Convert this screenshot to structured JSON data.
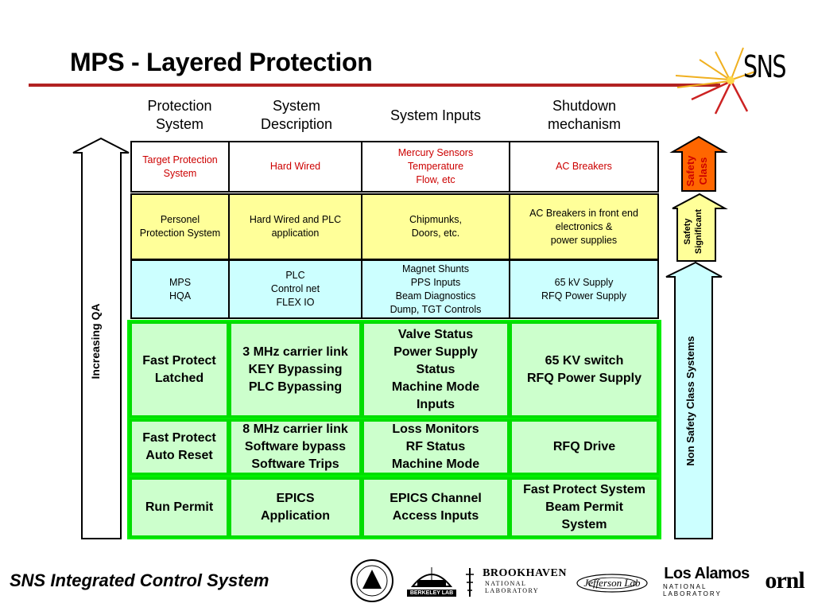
{
  "title": "MPS - Layered Protection",
  "logo": {
    "text": "SNS"
  },
  "columns": [
    "Protection\nSystem",
    "System\nDescription",
    "System Inputs",
    "Shutdown\nmechanism"
  ],
  "rows": [
    {
      "style": "white",
      "cells": [
        "Target Protection\nSystem",
        "Hard Wired",
        "Mercury Sensors\nTemperature\nFlow, etc",
        "AC Breakers"
      ]
    },
    {
      "style": "yellow",
      "cells": [
        "Personel\nProtection System",
        "Hard Wired and PLC\napplication",
        "Chipmunks,\nDoors, etc.",
        "AC Breakers in front end\nelectronics &\npower supplies"
      ]
    },
    {
      "style": "cyan",
      "cells": [
        "MPS\nHQA",
        "PLC\nControl net\nFLEX IO",
        "Magnet Shunts\nPPS Inputs\nBeam Diagnostics\nDump, TGT Controls",
        "65 kV Supply\nRFQ Power Supply"
      ]
    },
    {
      "style": "green",
      "cells": [
        "Fast Protect\nLatched",
        "3 MHz carrier link\nKEY Bypassing\nPLC Bypassing",
        "Valve Status\nPower Supply\nStatus\nMachine Mode\nInputs",
        "65 KV switch\nRFQ Power Supply"
      ]
    },
    {
      "style": "green",
      "cells": [
        "Fast Protect\nAuto Reset",
        "8 MHz carrier link\nSoftware bypass\nSoftware Trips",
        "Loss Monitors\nRF Status\nMachine Mode",
        "RFQ Drive"
      ]
    },
    {
      "style": "green",
      "cells": [
        "Run Permit",
        "EPICS\nApplication",
        "EPICS Channel\nAccess Inputs",
        "Fast Protect System\nBeam Permit\nSystem"
      ]
    }
  ],
  "arrows": {
    "qa_label": "Increasing QA",
    "safety_class": "Safety\nClass",
    "safety_significant": "Safety\nSignificant",
    "non_safety": "Non Safety Class Systems"
  },
  "colors": {
    "title_rule": "#b22222",
    "safety_class_arrow": "#ff6600",
    "safety_significant_arrow": "#ffff99",
    "non_safety_arrow": "#ccffff",
    "green_border": "#00dd00"
  },
  "footer": "SNS Integrated Control System",
  "labs": {
    "brookhaven": {
      "name": "BROOKHAVEN",
      "sub": "NATIONAL LABORATORY"
    },
    "berkeley": "BERKELEY LAB",
    "jefferson": "Jefferson Lab",
    "los_alamos": {
      "name": "Los Alamos",
      "sub": "NATIONAL LABORATORY"
    },
    "ornl": "ornl"
  }
}
